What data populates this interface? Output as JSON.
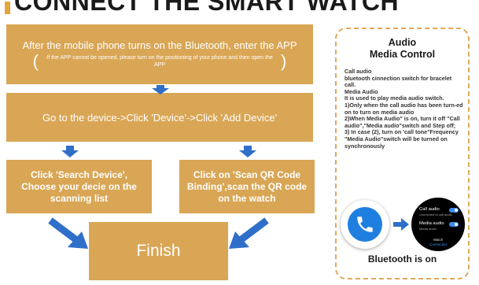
{
  "header": {
    "title": "CONNECT THE SMART WATCH",
    "accent_color": "#e4a53a"
  },
  "flow": {
    "box_color": "#d9a655",
    "arrow_color": "#2f6fc9",
    "step1": {
      "main": "After the mobile phone turns on the Bluetooth, enter the APP",
      "open_paren": "(",
      "note": "If the APP cannot be opened, please turn on the positioning of your phone and then open the APP",
      "close_paren": ")"
    },
    "step2": "Go to the device->Click 'Device'->Click 'Add Device'",
    "step3a": "Click 'Search Device', Choose your decie on the scanning list",
    "step3b": "Click on 'Scan QR Code Binding',scan the QR code on the watch",
    "finish": "Finish"
  },
  "panel": {
    "title_line1": "Audio",
    "title_line2": "Media Control",
    "body": [
      "Call audio",
      "bluetooth cinnection switch for bracelet call.",
      "Media Audio",
      "It is used to play media audio switch.",
      "1)Only when the call audio has been turn-ed on to turn on media audio",
      "2)When Media Audio\" is on, turn it off \"Call audio\",\"Media audio\"switch and Step off;",
      "3) In case (2), turn on 'call tone\"Frequency \"Media Audio\"switch will be turned on synchronously"
    ],
    "watch": {
      "call_audio": "Call audio",
      "call_audio_sub": "Connected to call audio",
      "media_audio": "Media audio",
      "media_audio_sub": "Media audio",
      "watch_label": "Watch",
      "connected": "Connected"
    },
    "icons": {
      "phone": "phone-icon",
      "arrow": "arrow-right-icon"
    },
    "caption": "Bluetooth is on",
    "border_color": "#e0a95a",
    "phone_color": "#1f7fe0"
  }
}
